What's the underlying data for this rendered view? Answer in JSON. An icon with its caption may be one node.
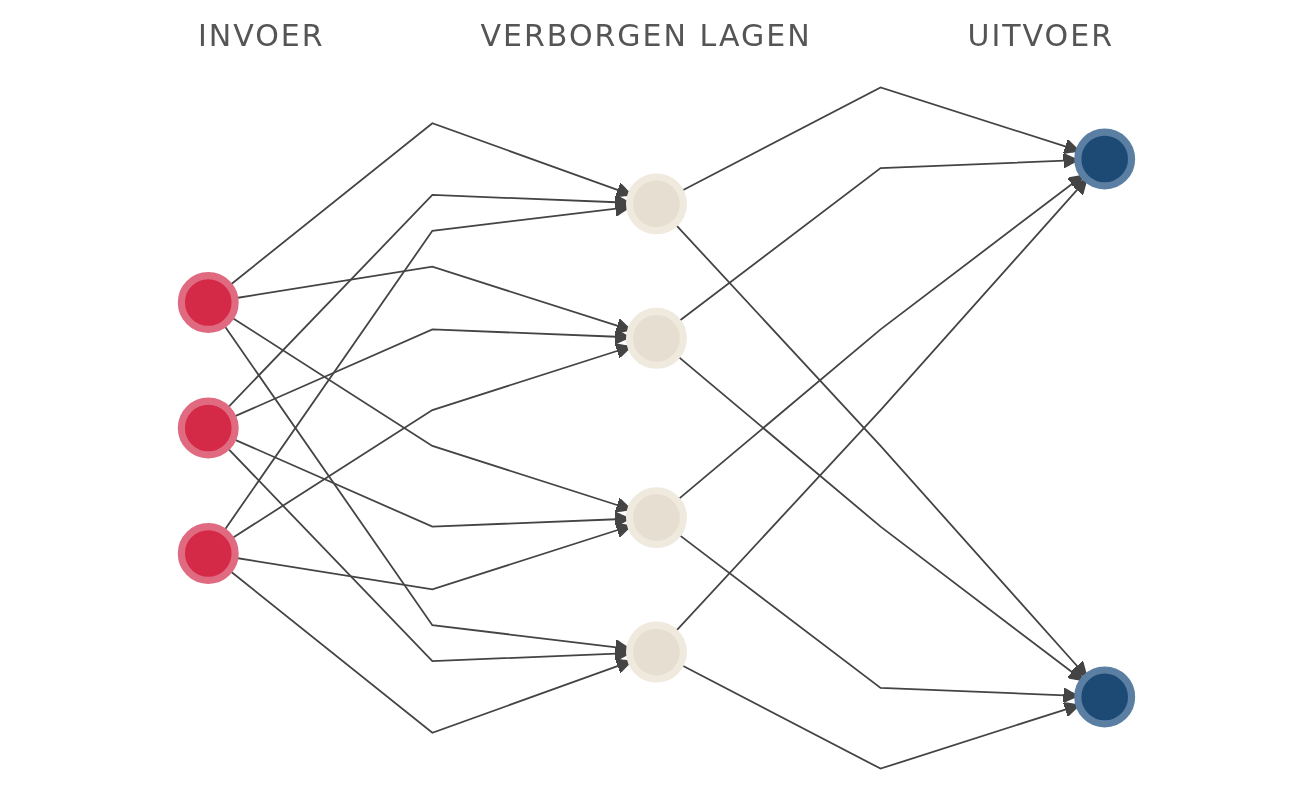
{
  "diagram": {
    "nodes": [
      {
        "text": [],
        "shape": "circle"
      },
      {
        "text": [],
        "shape": "circle"
      },
      {
        "text": [],
        "shape": "circle"
      },
      {
        "text": [],
        "shape": "circle"
      },
      {
        "text": [],
        "shape": "circle"
      },
      {
        "text": [],
        "shape": "circle"
      },
      {
        "text": [],
        "shape": "circle"
      },
      {
        "text": [],
        "shape": "circle"
      },
      {
        "text": [],
        "shape": "circle"
      }
    ],
    "edges": [
      {
        "from": 0,
        "to": 3,
        "arrow": "to"
      },
      {
        "from": 0,
        "to": 4,
        "arrow": "to"
      },
      {
        "from": 0,
        "to": 5,
        "arrow": "to"
      },
      {
        "from": 0,
        "to": 6,
        "arrow": "to"
      },
      {
        "from": 1,
        "to": 3,
        "arrow": "to"
      },
      {
        "from": 1,
        "to": 4,
        "arrow": "to"
      },
      {
        "from": 1,
        "to": 5,
        "arrow": "to"
      },
      {
        "from": 1,
        "to": 6,
        "arrow": "to"
      },
      {
        "from": 2,
        "to": 3,
        "arrow": "to"
      },
      {
        "from": 2,
        "to": 4,
        "arrow": "to"
      },
      {
        "from": 2,
        "to": 5,
        "arrow": "to"
      },
      {
        "from": 2,
        "to": 6,
        "arrow": "to"
      },
      {
        "from": 3,
        "to": 7,
        "arrow": "to"
      },
      {
        "from": 3,
        "to": 8,
        "arrow": "to"
      },
      {
        "from": 4,
        "to": 7,
        "arrow": "to"
      },
      {
        "from": 4,
        "to": 8,
        "arrow": "to"
      },
      {
        "from": 5,
        "to": 7,
        "arrow": "to"
      },
      {
        "from": 5,
        "to": 8,
        "arrow": "to"
      },
      {
        "from": 6,
        "to": 7,
        "arrow": "to"
      },
      {
        "from": 6,
        "to": 8,
        "arrow": "to"
      }
    ],
    "labels": [
      "INVOER",
      "VERBORGEN LAGEN",
      "UITVOER"
    ]
  }
}
